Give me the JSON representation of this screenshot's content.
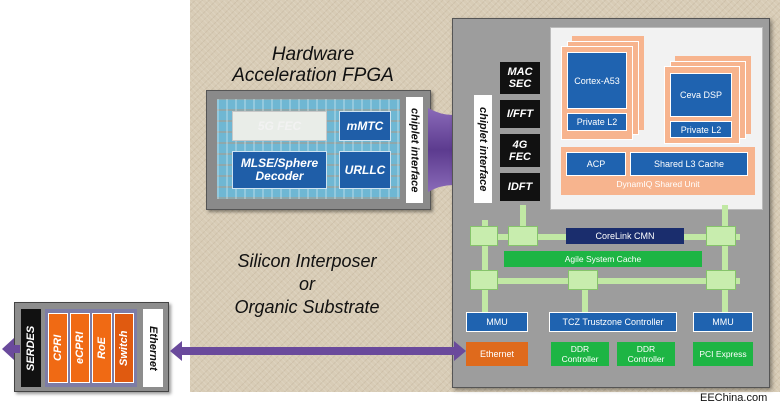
{
  "fpga": {
    "title_line1": "Hardware",
    "title_line2": "Acceleration FPGA",
    "blocks": {
      "fec": "5G FEC",
      "mmtc": "mMTC",
      "mlse_line1": "MLSE/Sphere",
      "mlse_line2": "Decoder",
      "urllc": "URLLC"
    },
    "chiplet_interface": "chiplet interface"
  },
  "substrate": {
    "line1": "Silicon Interposer",
    "line2": "or",
    "line3": "Organic Substrate"
  },
  "soc": {
    "chiplet_interface": "chiplet interface",
    "black_blocks": {
      "mac_sec_1": "MAC",
      "mac_sec_2": "SEC",
      "ifft": "I/FFT",
      "fec4g_1": "4G",
      "fec4g_2": "FEC",
      "idft": "IDFT"
    },
    "cortex": "Cortex-A53",
    "cortex_l2": "Private L2",
    "ceva": "Ceva DSP",
    "ceva_l2": "Private L2",
    "acp": "ACP",
    "l3": "Shared L3 Cache",
    "dynamiq": "DynamIQ Shared Unit",
    "corelink": "CoreLink CMN",
    "agile": "Agile System Cache",
    "mmu_left": "MMU",
    "tcz": "TCZ Trustzone Controller",
    "mmu_right": "MMU",
    "ethernet": "Ethernet",
    "ddr1_line1": "DDR",
    "ddr1_line2": "Controller",
    "ddr2_line1": "DDR",
    "ddr2_line2": "Controller",
    "pci": "PCI Express"
  },
  "serdes": {
    "serdes": "SERDES",
    "cpri": "CPRI",
    "ecpri": "eCPRI",
    "roe": "RoE",
    "switch": "Switch",
    "ethernet": "Ethernet"
  },
  "credit": "EEChina.com",
  "colors": {
    "accent_orange": "#f7b48e",
    "blue": "#1f63b0",
    "green": "#1db544",
    "arrow_purple": "#6a4a9c"
  }
}
